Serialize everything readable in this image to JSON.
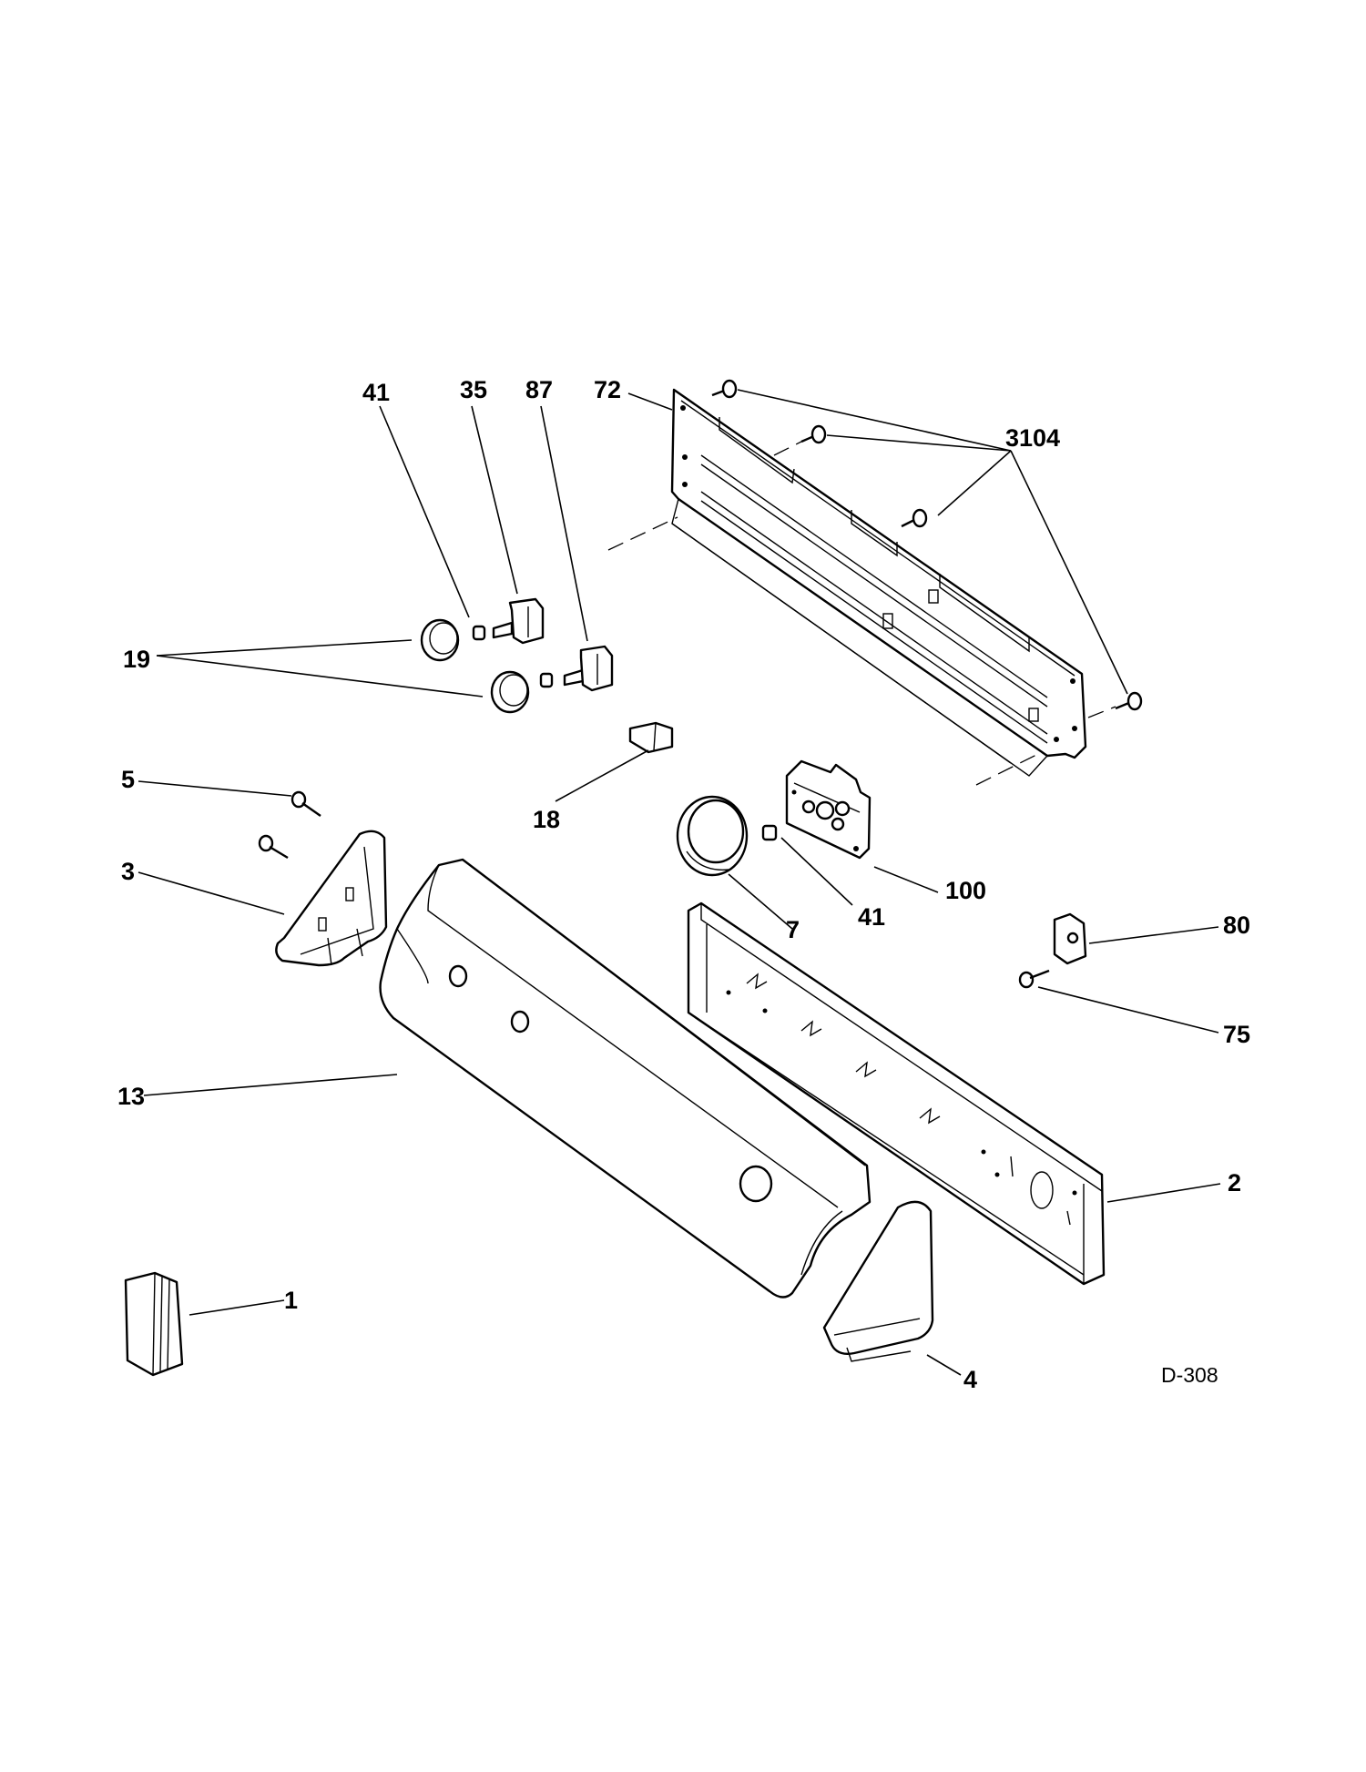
{
  "diagram": {
    "drawing_code": "D-308",
    "callouts": [
      {
        "id": "c41a",
        "label": "41"
      },
      {
        "id": "c35",
        "label": "35"
      },
      {
        "id": "c87",
        "label": "87"
      },
      {
        "id": "c72",
        "label": "72"
      },
      {
        "id": "c3104",
        "label": "3104"
      },
      {
        "id": "c19",
        "label": "19"
      },
      {
        "id": "c5",
        "label": "5"
      },
      {
        "id": "c3",
        "label": "3"
      },
      {
        "id": "c18",
        "label": "18"
      },
      {
        "id": "c100",
        "label": "100"
      },
      {
        "id": "c41b",
        "label": "41"
      },
      {
        "id": "c7",
        "label": "7"
      },
      {
        "id": "c80",
        "label": "80"
      },
      {
        "id": "c75",
        "label": "75"
      },
      {
        "id": "c13",
        "label": "13"
      },
      {
        "id": "c2",
        "label": "2"
      },
      {
        "id": "c1",
        "label": "1"
      },
      {
        "id": "c4",
        "label": "4"
      }
    ]
  }
}
